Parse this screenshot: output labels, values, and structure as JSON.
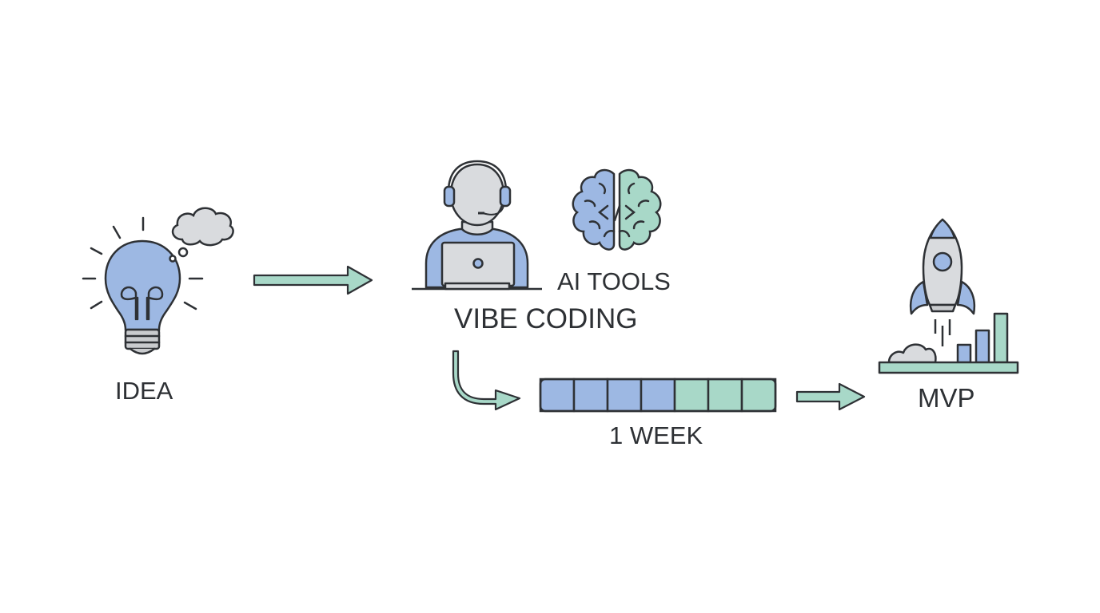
{
  "diagram": {
    "type": "flow",
    "colors": {
      "blue": "#9db8e3",
      "green": "#a8d8c8",
      "gray": "#d9dbde",
      "stroke": "#2e3135",
      "arrow_fill": "#a8d8c8"
    },
    "nodes": [
      {
        "id": "idea",
        "label": "IDEA",
        "icon": "lightbulb-icon"
      },
      {
        "id": "vibe",
        "label": "VIBE CODING",
        "icon": "developer-with-headset-icon"
      },
      {
        "id": "ai",
        "label": "AI TOOLS",
        "icon": "brain-code-icon"
      },
      {
        "id": "week",
        "label": "1 WEEK",
        "icon": "timeline-bar"
      },
      {
        "id": "mvp",
        "label": "MVP",
        "icon": "rocket-launch-icon"
      }
    ],
    "timeline": {
      "segments_total": 7,
      "segments_blue": 4,
      "segments_green": 3
    },
    "edges": [
      {
        "from": "idea",
        "to": "vibe"
      },
      {
        "from": "vibe",
        "to": "week"
      },
      {
        "from": "week",
        "to": "mvp"
      }
    ]
  }
}
